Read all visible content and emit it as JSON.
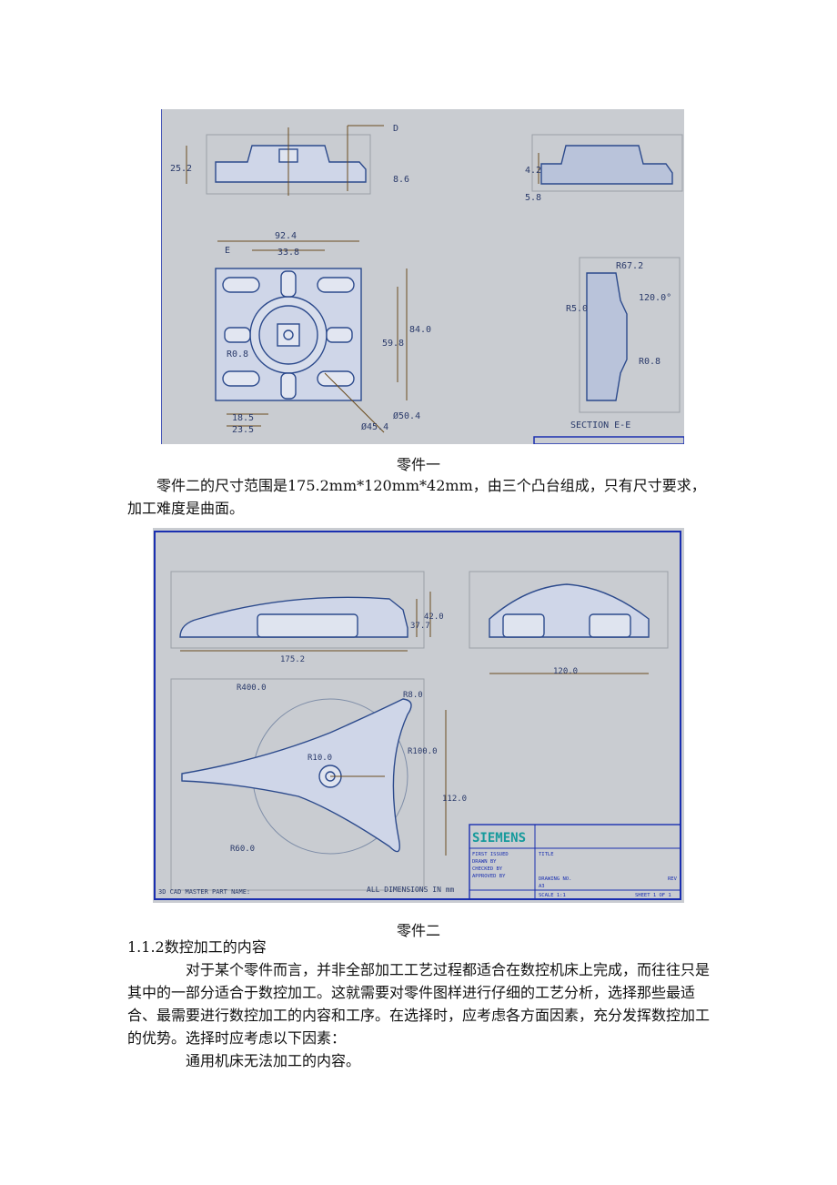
{
  "figure1": {
    "caption": "零件一",
    "dims": {
      "d_label": "D",
      "e_label": "E",
      "h_25_2": "25.2",
      "h_8_6": "8.6",
      "w_92_4": "92.4",
      "w_33_8": "33.8",
      "h_59_8": "59.8",
      "h_84_0": "84.0",
      "r_0_8": "R0.8",
      "d_18_5": "18.5",
      "d_23_5": "23.5",
      "dia_45_4": "Ø45.4",
      "dia_50_4": "Ø50.4",
      "h_5_8": "5.8",
      "h_4_2": "4.2",
      "r_67_2": "R67.2",
      "a_120": "120.0°",
      "r_5_0": "R5.0",
      "r_0_8b": "R0.8",
      "section_label": "SECTION E-E"
    }
  },
  "paragraph1": "零件二的尺寸范围是175.2mm*120mm*42mm，由三个凸台组成，只有尺寸要求，加工难度是曲面。",
  "figure2": {
    "caption": "零件二",
    "dims": {
      "w_175_2": "175.2",
      "h_37_7": "37.7",
      "h_42_0": "42.0",
      "w_120_0": "120.0",
      "r_400": "R400.0",
      "r_8_0": "R8.0",
      "r_100": "R100.0",
      "r_10_0": "R10.0",
      "h_112": "112.0",
      "r_60": "R60.0"
    },
    "title_block": {
      "brand": "SIEMENS",
      "first_issued": "FIRST ISSUED",
      "drawn_by": "DRAWN BY",
      "checked_by": "CHECKED BY",
      "approved_by": "APPROVED BY",
      "title": "TITLE",
      "drawing_no": "DRAWING NO.",
      "size": "A3",
      "rev": "REV",
      "scale": "SCALE 1:1",
      "sheet": "SHEET 1 OF 1"
    },
    "master_part": "3D CAD MASTER PART NAME:",
    "all_dims": "ALL DIMENSIONS IN mm"
  },
  "section_heading": "1.1.2数控加工的内容",
  "paragraph2": "对于某个零件而言，并非全部加工工艺过程都适合在数控机床上完成，而往往只是其中的一部分适合于数控加工。这就需要对零件图样进行仔细的工艺分析，选择那些最适合、最需要进行数控加工的内容和工序。在选择时，应考虑各方面因素，充分发挥数控加工的优势。选择时应考虑以下因素：",
  "paragraph3": "通用机床无法加工的内容。",
  "colors": {
    "drawing_bg": "#c9ccd1",
    "part_blue": "#2c4a8c",
    "dim_brown": "#6b4c1e",
    "frame_blue": "#1a2fb0"
  }
}
